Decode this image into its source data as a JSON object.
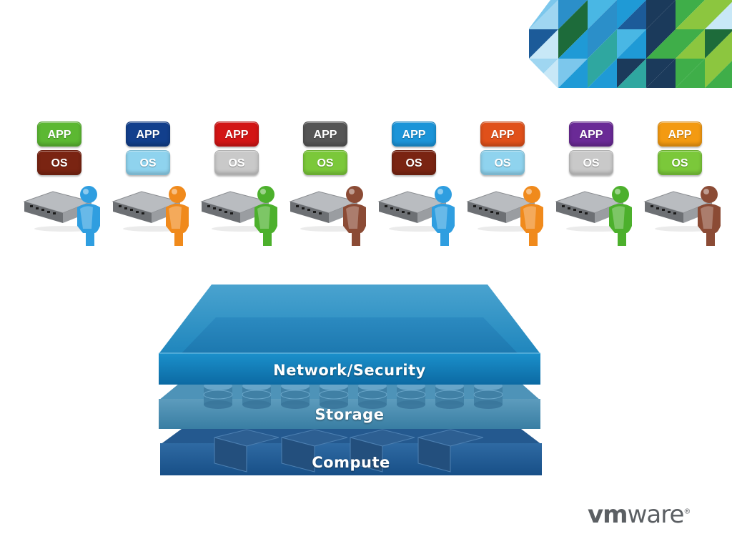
{
  "brand": {
    "logo_text_bold": "vm",
    "logo_text_light": "ware",
    "logo_mark": "®",
    "mosaic_colors": [
      "#1f9ad6",
      "#7cc7ec",
      "#2b8fc9",
      "#49b7e4",
      "#1c5b99",
      "#2fa7a0",
      "#1b3a5b",
      "#3fae49",
      "#8cc63f",
      "#1d6b3a",
      "#9fd6f1",
      "#c8e8f7"
    ]
  },
  "vms": [
    {
      "app_label": "APP",
      "os_label": "OS",
      "app_color": "#5cb832",
      "os_color": "#7a2412",
      "user_color": "#2f9ee0"
    },
    {
      "app_label": "APP",
      "os_label": "OS",
      "app_color": "#123f8c",
      "os_color": "#8fd3ee",
      "user_color": "#f08a1c"
    },
    {
      "app_label": "APP",
      "os_label": "OS",
      "app_color": "#d21515",
      "os_color": "#c9c9c9",
      "user_color": "#4cb02c"
    },
    {
      "app_label": "APP",
      "os_label": "OS",
      "app_color": "#555555",
      "os_color": "#7bc83a",
      "user_color": "#8b4b35"
    },
    {
      "app_label": "APP",
      "os_label": "OS",
      "app_color": "#1b94d8",
      "os_color": "#7a2412",
      "user_color": "#2f9ee0"
    },
    {
      "app_label": "APP",
      "os_label": "OS",
      "app_color": "#e0501a",
      "os_color": "#8fd3ee",
      "user_color": "#f08a1c"
    },
    {
      "app_label": "APP",
      "os_label": "OS",
      "app_color": "#6a2a96",
      "os_color": "#c9c9c9",
      "user_color": "#4cb02c"
    },
    {
      "app_label": "APP",
      "os_label": "OS",
      "app_color": "#f39a12",
      "os_color": "#7bc83a",
      "user_color": "#8b4b35"
    }
  ],
  "layers": {
    "network": "Network/Security",
    "storage": "Storage",
    "compute": "Compute"
  },
  "icons": {
    "server": "server-icon",
    "user": "user-icon",
    "disk": "disk-icon",
    "host": "host-icon"
  }
}
